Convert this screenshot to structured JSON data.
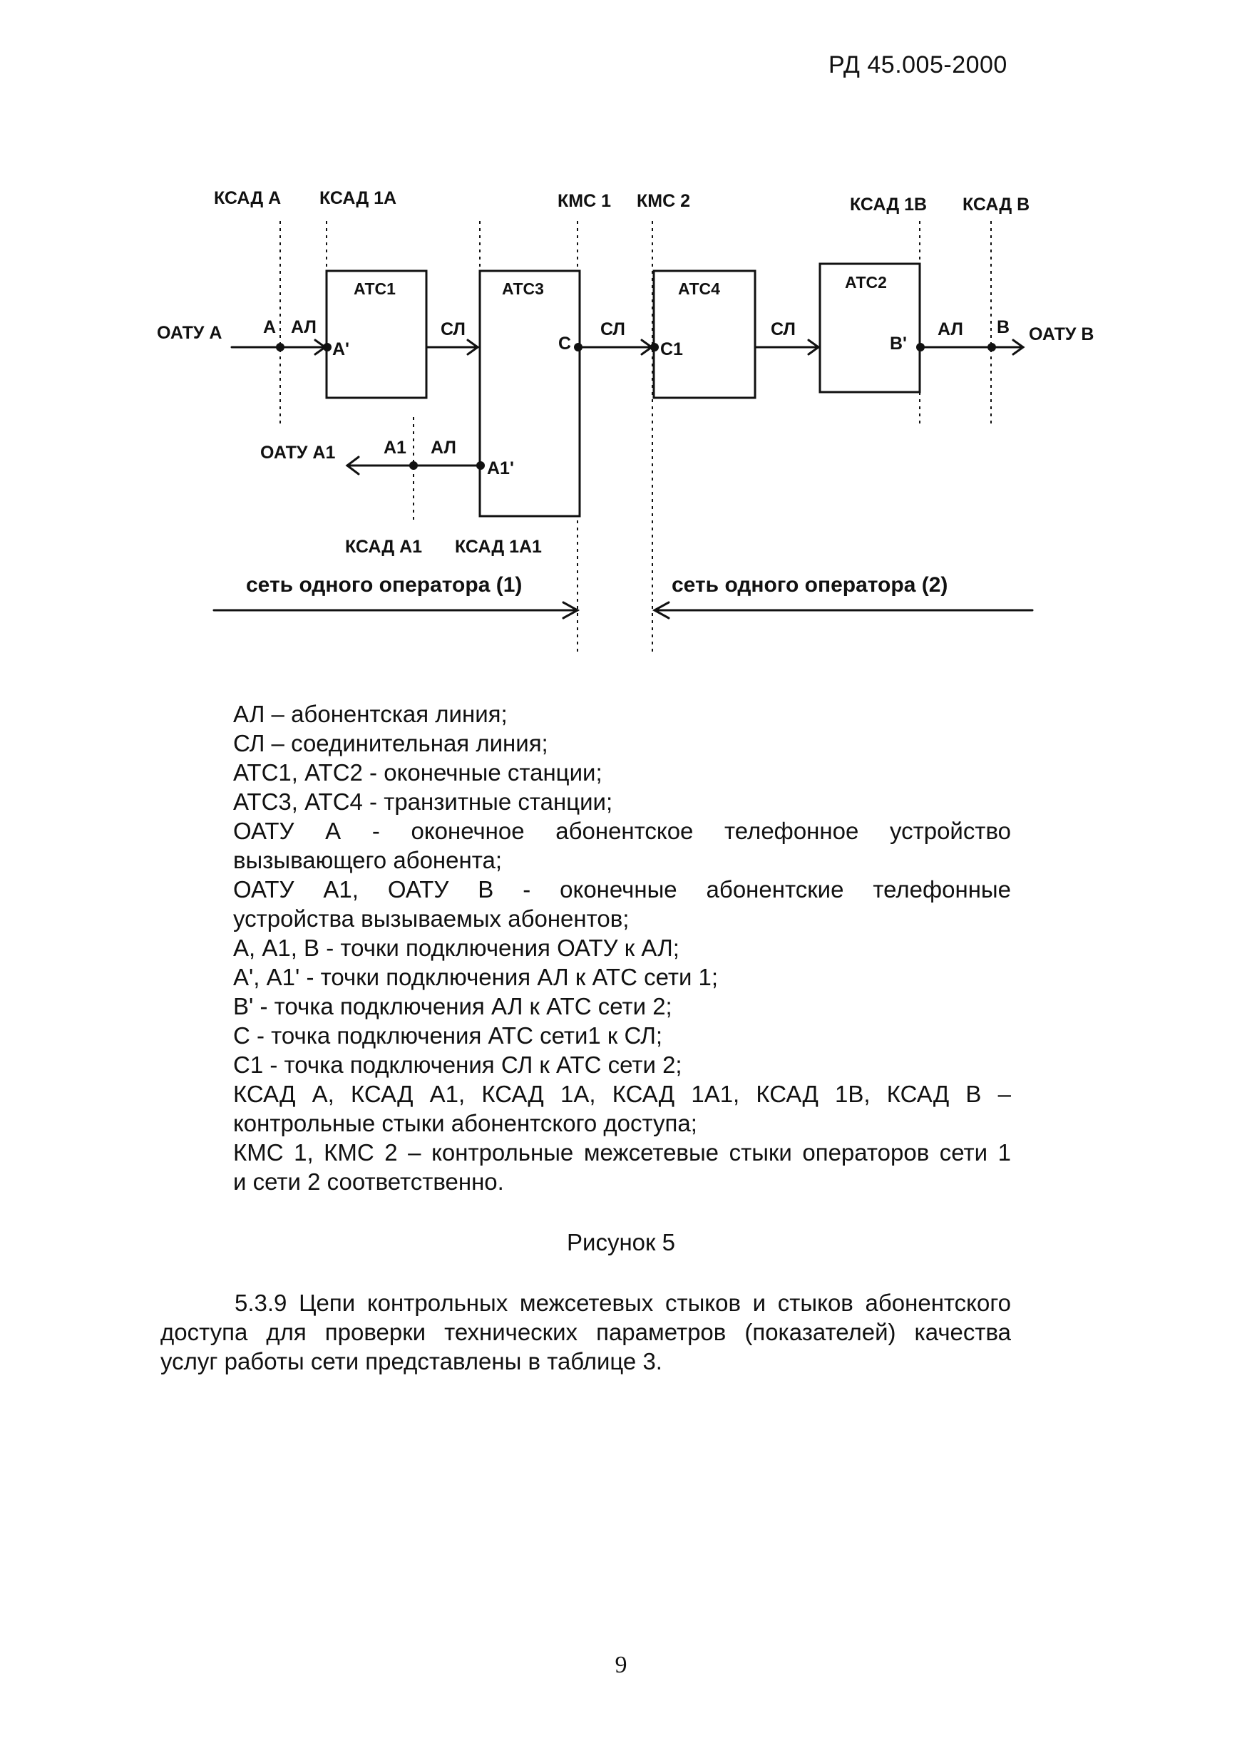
{
  "header": {
    "doc_id": "РД 45.005-2000"
  },
  "diagram": {
    "top_labels": {
      "ksad_a": "КСАД А",
      "ksad_1a": "КСАД 1А",
      "kms_1": "КМС 1",
      "kms_2": "КМС 2",
      "ksad_1b": "КСАД 1В",
      "ksad_b": "КСАД В"
    },
    "stations": {
      "ats1": "АТС1",
      "ats2": "АТС2",
      "ats3": "АТС3",
      "ats4": "АТС4"
    },
    "endpoints": {
      "oatu_a": "ОАТУ А",
      "oatu_b": "ОАТУ В",
      "oatu_a1": "ОАТУ А1"
    },
    "points": {
      "a": "А",
      "a_prime": "А'",
      "c": "С",
      "c1": "С1",
      "b_prime": "В'",
      "b": "В",
      "a1": "А1",
      "a1_prime": "А1'"
    },
    "lines": {
      "al": "АЛ",
      "sl": "СЛ"
    },
    "bottom_labels": {
      "ksad_a1": "КСАД А1",
      "ksad_1a1": "КСАД 1А1"
    },
    "networks": {
      "net1": "сеть одного оператора (1)",
      "net2": "сеть одного оператора (2)"
    }
  },
  "legend": [
    "АЛ – абонентская линия;",
    "СЛ – соединительная линия;",
    "АТС1, АТС2 - оконечные станции;",
    "АТС3, АТС4 - транзитные станции;",
    "ОАТУ А - оконечное абонентское телефонное устройство",
    "вызывающего абонента;",
    "ОАТУ А1, ОАТУ В - оконечные абонентские телефонные",
    "устройства вызываемых абонентов;",
    "А, А1, В - точки подключения ОАТУ к АЛ;",
    "А', А1' - точки подключения АЛ к АТС сети 1;",
    "В' - точка подключения АЛ к АТС сети 2;",
    "С - точка подключения АТС сети1 к СЛ;",
    "С1 - точка подключения СЛ к АТС сети 2;",
    "КСАД А, КСАД А1, КСАД 1А, КСАД 1А1, КСАД 1В, КСАД В –",
    "контрольные стыки абонентского доступа;",
    "КМС 1, КМС 2 – контрольные межсетевые стыки операторов сети 1",
    "и сети 2 соответственно."
  ],
  "caption": "Рисунок 5",
  "paragraph": [
    "5.3.9 Цепи контрольных межсетевых стыков и стыков абонентского",
    "доступа для проверки технических параметров (показателей) качества",
    "услуг работы сети представлены в таблице 3."
  ],
  "page_number": "9"
}
